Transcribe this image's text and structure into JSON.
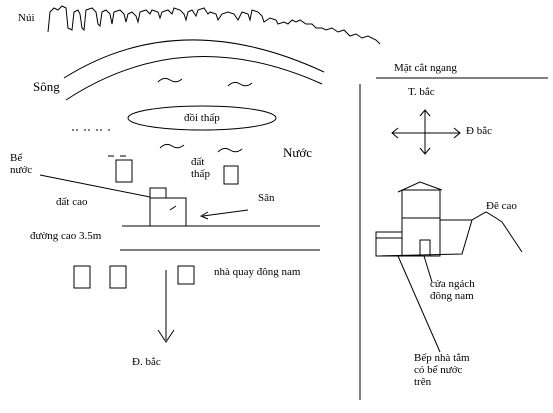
{
  "plan": {
    "mountain_label": "Núi",
    "river_label": "Sông",
    "low_hill_label": "đồi thấp",
    "water_label": "Nước",
    "pool_label": "Bể\nnước",
    "high_ground_label": "đất cao",
    "low_ground_label": "đất\nthấp",
    "yard_label": "Sân",
    "high_road_label": "đường cao 3.5m",
    "house_orientation_label": "nhà quay đông nam",
    "northeast_label": "Đ. bắc"
  },
  "section": {
    "title": "Mặt cắt ngang",
    "northwest_label": "T. bắc",
    "northeast_label": "Đ bắc",
    "high_dike_label": "Đê cao",
    "southeast_door_label": "cửa ngách\nđông nam",
    "kitchen_bath_label": "Bếp nhà tắm\ncó bể nước\ntrên"
  }
}
